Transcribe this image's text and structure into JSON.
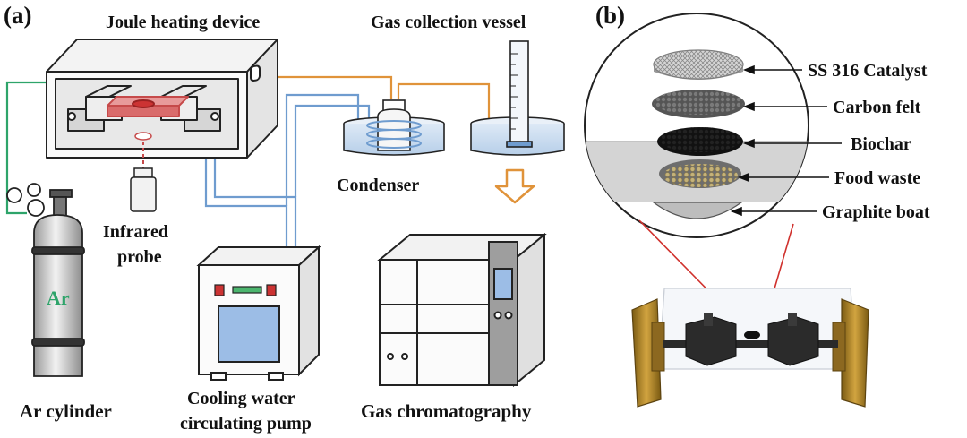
{
  "panels": {
    "a": "(a)",
    "b": "(b)"
  },
  "left": {
    "joule_heating": "Joule heating device",
    "gas_vessel": "Gas collection vessel",
    "condenser": "Condenser",
    "infrared_line1": "Infrared",
    "infrared_line2": "probe",
    "ar_text": "Ar",
    "ar_cylinder": "Ar cylinder",
    "cooling_line1": "Cooling water",
    "cooling_line2": "circulating pump",
    "gas_chrom": "Gas chromatography"
  },
  "right": {
    "layers": [
      "SS 316 Catalyst",
      "Carbon felt",
      "Biochar",
      "Food waste",
      "Graphite boat"
    ]
  },
  "colors": {
    "orange_line": "#e0933a",
    "blue_line": "#6f9ccf",
    "green_line": "#2ea46a",
    "red_link": "#d0312d",
    "gold_clamp": "#b88a2b"
  }
}
